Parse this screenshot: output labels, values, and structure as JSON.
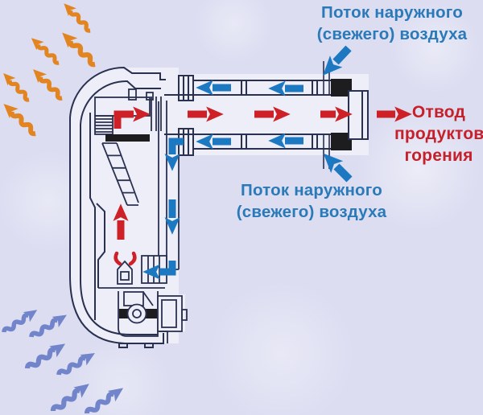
{
  "labels": {
    "fresh_air_top": {
      "line1": "Поток наружного",
      "line2": "(свежего) воздуха"
    },
    "fresh_air_bottom": {
      "line1": "Поток наружного",
      "line2": "(свежего) воздуха"
    },
    "exhaust": {
      "line1": "Отвод",
      "line2": "продуктов",
      "line3": "горения"
    }
  },
  "colors": {
    "bg": "#dcddf1",
    "ink": "#2a3150",
    "red": "#cd2027",
    "blue": "#1d78c2",
    "orange": "#e2841f",
    "periwinkle": "#7285cb",
    "text-blue": "#2a79b8",
    "text-red": "#c6202a",
    "fill": "#eeeef8",
    "seal": "#1d1d20"
  },
  "arrows": {
    "heat_radiation": {
      "color_name": "orange",
      "count": 6,
      "direction": "up-left"
    },
    "room_air_intake": {
      "color_name": "periwinkle",
      "count": 6,
      "direction": "up-right"
    },
    "fresh_outside_air": {
      "color_name": "blue",
      "direction": "inward through outer pipe, down into burner"
    },
    "combustion_products": {
      "color_name": "red",
      "direction": "up from burner, out through inner pipe"
    }
  }
}
